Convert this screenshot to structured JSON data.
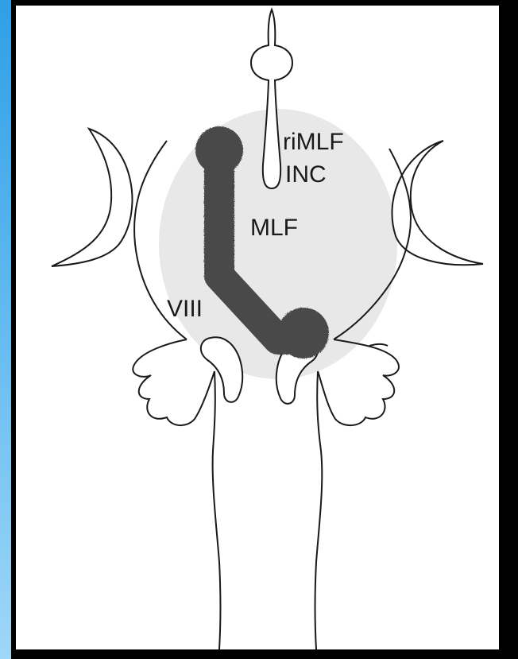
{
  "diagram": {
    "labels": {
      "rimlf": "riMLF",
      "inc": "INC",
      "mlf": "MLF",
      "viii": "VIII"
    },
    "colors": {
      "background_outer": "#4aa9ea",
      "frame": "#000000",
      "panel": "#ffffff",
      "outline": "#1a1a1a",
      "pathway": "#4a4a4a"
    }
  }
}
